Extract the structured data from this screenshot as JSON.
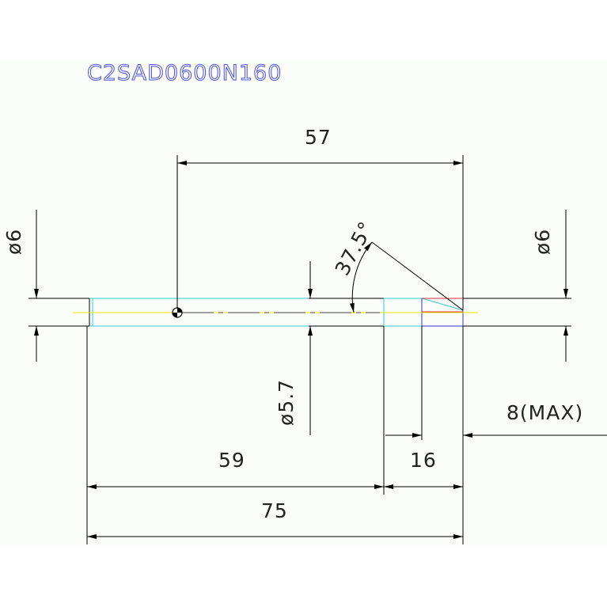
{
  "drawing": {
    "part_number": "C2SAD0600N160",
    "dimensions": {
      "total_length": "75",
      "body_length": "59",
      "tip_length": "16",
      "reference_length": "57",
      "angle": "37.5°",
      "shank_diameter_left": "ø6",
      "shank_diameter_right": "ø6",
      "body_diameter": "ø5.7",
      "max_label": "8(MAX)"
    },
    "colors": {
      "background": "#ffffff",
      "frame": "#fbfdfb",
      "lines": "#000000",
      "title": "#5a5ae6",
      "centerline": "#e6e600",
      "cyan": "#33cccc",
      "blue": "#3333cc",
      "red": "#dd3333"
    }
  }
}
